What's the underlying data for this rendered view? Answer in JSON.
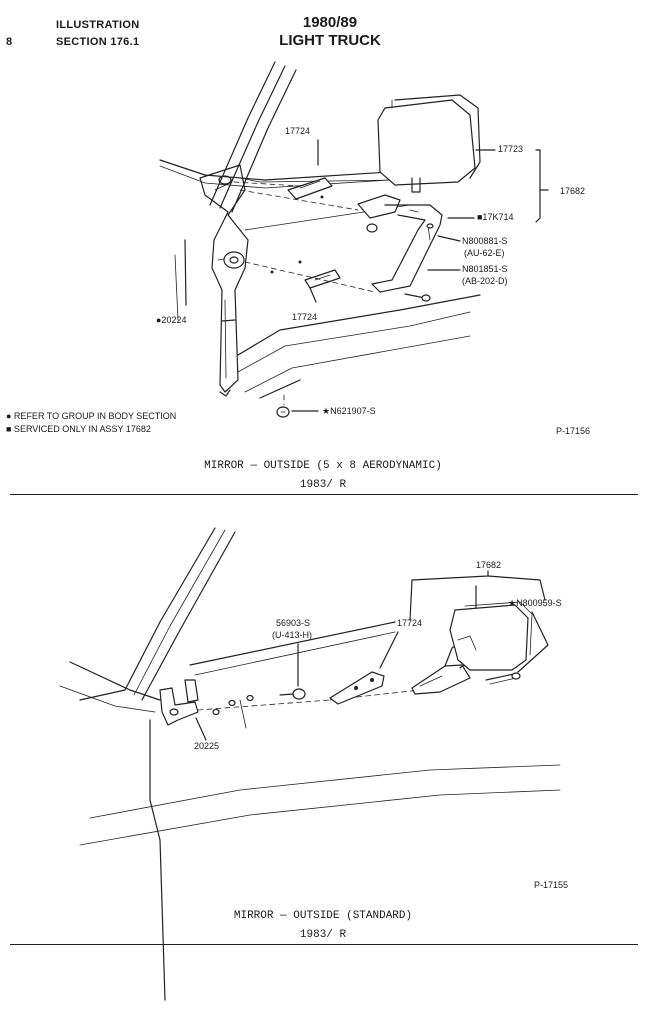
{
  "header": {
    "page_number": "8",
    "illustration": "ILLUSTRATION",
    "section": "SECTION 176.1",
    "years": "1980/89",
    "vehicle": "LIGHT TRUCK"
  },
  "figure1": {
    "labels": {
      "p17724_top": "17724",
      "p17723": "17723",
      "p17682": "17682",
      "p17k714": "■17K714",
      "n800881": "N800881-S",
      "au62e": "(AU-62-E)",
      "n801851": "N801851-S",
      "ab202d": "(AB-202-D)",
      "p20224": "●20224",
      "p17724_bottom": "17724",
      "n621907": "★N621907-S"
    },
    "notes": [
      "● REFER TO GROUP IN BODY SECTION",
      "■ SERVICED ONLY IN ASSY 17682"
    ],
    "plate": "P-17156",
    "caption": "MIRROR — OUTSIDE (5 x 8 AERODYNAMIC)",
    "model": "1983/ R"
  },
  "figure2": {
    "labels": {
      "p17682": "17682",
      "n800959": "★N800959-S",
      "p56903": "56903-S",
      "u413h": "(U-413-H)",
      "p17724": "17724",
      "p20225": "20225"
    },
    "plate": "P-17155",
    "caption": "MIRROR — OUTSIDE (STANDARD)",
    "model": "1983/ R"
  }
}
